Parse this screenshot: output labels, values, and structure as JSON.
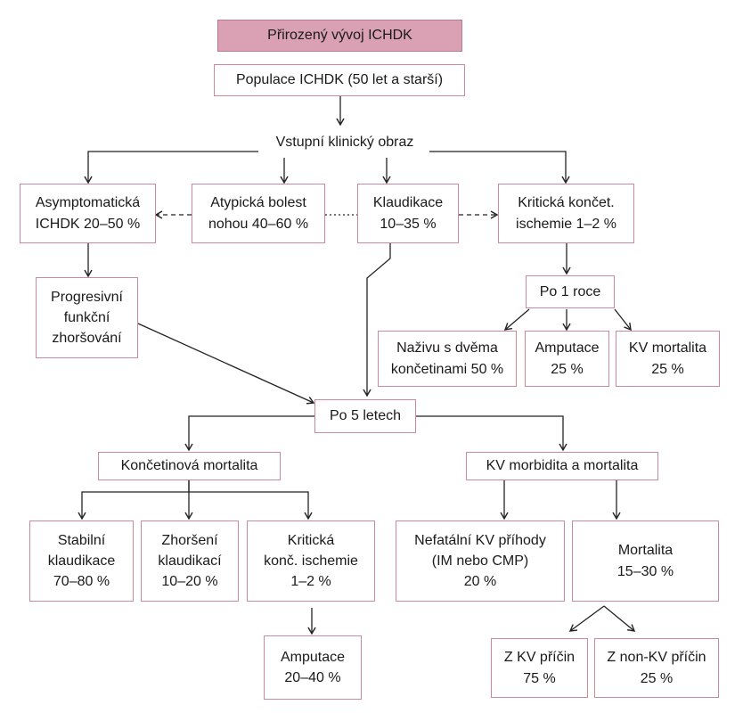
{
  "title": "Přirozený vývoj ICHDK",
  "population": "Populace ICHDK (50 let a starší)",
  "clinical_picture": "Vstupní klinický obraz",
  "asymptomatic": [
    "Asymptomatická",
    "ICHDK 20–50 %"
  ],
  "atypical_pain": [
    "Atypická bolest",
    "nohou 40–60 %"
  ],
  "claudication": [
    "Klaudikace",
    "10–35 %"
  ],
  "critical_ischemia": [
    "Kritická končet.",
    "ischemie 1–2 %"
  ],
  "progressive": [
    "Progresivní",
    "funkční",
    "zhoršování"
  ],
  "after_1_year": "Po 1 roce",
  "alive_two_limbs": [
    "Naživu s dvěma",
    "končetinami 50 %"
  ],
  "amputation_1y": [
    "Amputace",
    "25 %"
  ],
  "cv_mortality_1y": [
    "KV mortalita",
    "25 %"
  ],
  "after_5_years": "Po 5 letech",
  "limb_mortality": "Končetinová mortalita",
  "cv_morbidity_mortality": "KV morbidita a mortalita",
  "stable_claudication": [
    "Stabilní",
    "klaudikace",
    "70–80 %"
  ],
  "worsening_claudication": [
    "Zhoršení",
    "klaudikací",
    "10–20 %"
  ],
  "critical_limb_ischemia": [
    "Kritická",
    "konč. ischemie",
    "1–2 %"
  ],
  "nonfatal_cv_events": [
    "Nefatální KV příhody",
    "(IM nebo CMP)",
    "20 %"
  ],
  "mortality": [
    "Mortalita",
    "15–30 %"
  ],
  "amputation_5y": [
    "Amputace",
    "20–40 %"
  ],
  "cv_causes": [
    "Z KV příčin",
    "75 %"
  ],
  "non_cv_causes": [
    "Z non-KV příčin",
    "25 %"
  ],
  "colors": {
    "title_fill": "#d9a1b3",
    "box_border": "#c98b9a",
    "arrow": "#222222"
  }
}
